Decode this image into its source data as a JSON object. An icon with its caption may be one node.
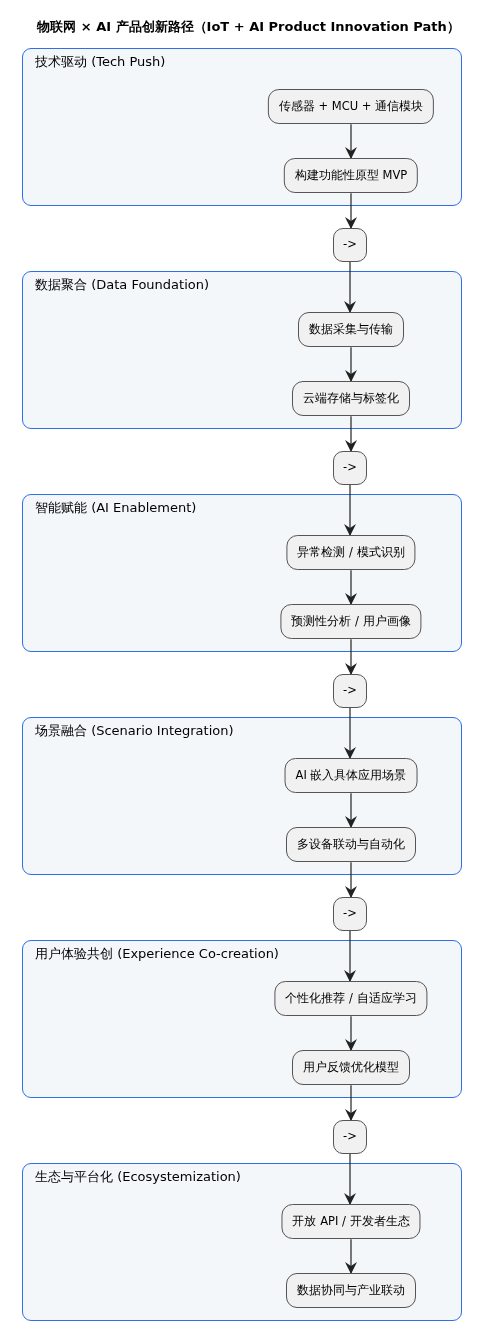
{
  "diagram": {
    "title": "物联网 × AI 产品创新路径（IoT + AI Product Innovation Path）",
    "nodes": [
      {
        "text": [
          "技术驱动 (Tech Push)"
        ]
      },
      {
        "text": [
          "传感器 + MCU + 通信模块"
        ],
        "in": 0
      },
      {
        "text": [
          "构建功能性原型 MVP"
        ],
        "in": 0
      },
      {
        "text": [
          "->"
        ]
      },
      {
        "text": [
          "数据聚合 (Data Foundation)"
        ]
      },
      {
        "text": [
          "数据采集与传输"
        ],
        "in": 4
      },
      {
        "text": [
          "云端存储与标签化"
        ],
        "in": 4
      },
      {
        "text": [
          "->"
        ]
      },
      {
        "text": [
          "智能赋能 (AI Enablement)"
        ]
      },
      {
        "text": [
          "异常检测 / 模式识别"
        ],
        "in": 8
      },
      {
        "text": [
          "预测性分析 / 用户画像"
        ],
        "in": 8
      },
      {
        "text": [
          "->"
        ]
      },
      {
        "text": [
          "场景融合 (Scenario Integration)"
        ]
      },
      {
        "text": [
          "AI 嵌入具体应用场景"
        ],
        "in": 12
      },
      {
        "text": [
          "多设备联动与自动化"
        ],
        "in": 12
      },
      {
        "text": [
          "->"
        ]
      },
      {
        "text": [
          "用户体验共创 (Experience Co-creation)"
        ]
      },
      {
        "text": [
          "个性化推荐 / 自适应学习"
        ],
        "in": 16
      },
      {
        "text": [
          "用户反馈优化模型"
        ],
        "in": 16
      },
      {
        "text": [
          "->"
        ]
      },
      {
        "text": [
          "生态与平台化 (Ecosystemization)"
        ]
      },
      {
        "text": [
          "开放 API / 开发者生态"
        ],
        "in": 20
      },
      {
        "text": [
          "数据协同与产业联动"
        ],
        "in": 20
      }
    ],
    "edges": [
      {
        "from": 1,
        "to": 2,
        "arrow": "to"
      },
      {
        "from": 2,
        "to": 3,
        "arrow": "to"
      },
      {
        "from": 3,
        "to": 5,
        "arrow": "to"
      },
      {
        "from": 5,
        "to": 6,
        "arrow": "to"
      },
      {
        "from": 6,
        "to": 7,
        "arrow": "to"
      },
      {
        "from": 7,
        "to": 9,
        "arrow": "to"
      },
      {
        "from": 9,
        "to": 10,
        "arrow": "to"
      },
      {
        "from": 10,
        "to": 11,
        "arrow": "to"
      },
      {
        "from": 11,
        "to": 13,
        "arrow": "to"
      },
      {
        "from": 13,
        "to": 14,
        "arrow": "to"
      },
      {
        "from": 14,
        "to": 15,
        "arrow": "to"
      },
      {
        "from": 15,
        "to": 17,
        "arrow": "to"
      },
      {
        "from": 17,
        "to": 18,
        "arrow": "to"
      },
      {
        "from": 18,
        "to": 19,
        "arrow": "to"
      },
      {
        "from": 19,
        "to": 21,
        "arrow": "to"
      },
      {
        "from": 21,
        "to": 22,
        "arrow": "to"
      }
    ]
  }
}
